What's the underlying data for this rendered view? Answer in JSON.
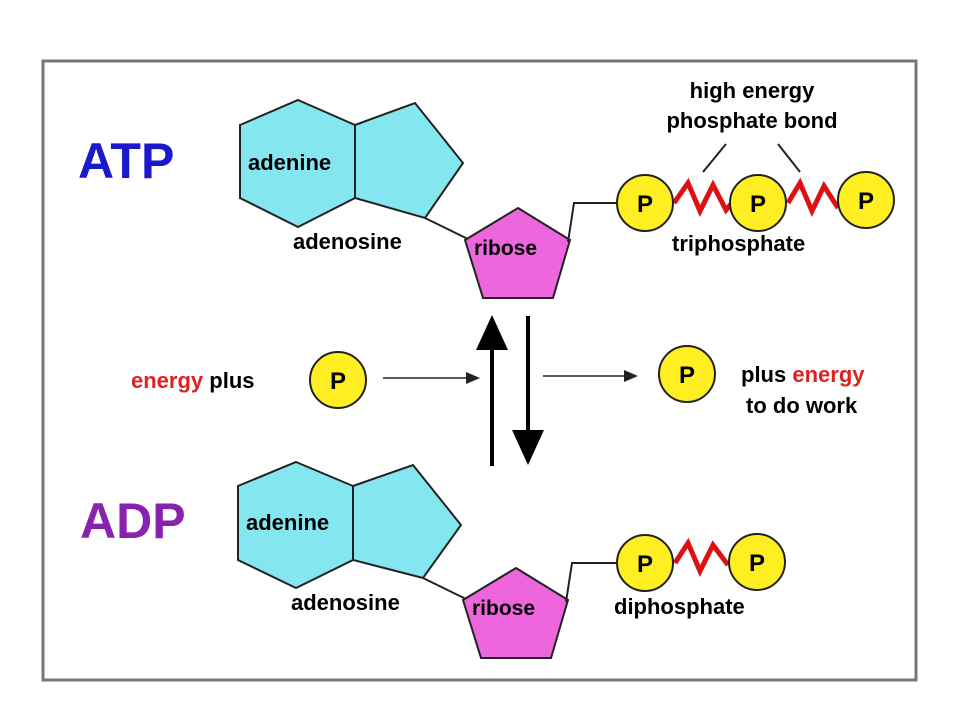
{
  "atp": {
    "title": "ATP",
    "adenine": "adenine",
    "adenosine": "adenosine",
    "ribose": "ribose",
    "phosphates": [
      "P",
      "P",
      "P"
    ],
    "triphosphate": "triphosphate",
    "bond_label_line1": "high energy",
    "bond_label_line2": "phosphate bond"
  },
  "middle": {
    "left_energy": "energy",
    "left_plus": " plus",
    "left_phosphate": "P",
    "right_phosphate": "P",
    "right_plus": "plus ",
    "right_energy": "energy",
    "right_line2": "to do work"
  },
  "adp": {
    "title": "ADP",
    "adenine": "adenine",
    "adenosine": "adenosine",
    "ribose": "ribose",
    "phosphates": [
      "P",
      "P"
    ],
    "diphosphate": "diphosphate"
  },
  "colors": {
    "atp_title": "#1a1acc",
    "adp_title": "#8a22b0",
    "adenine_fill": "#84e6ee",
    "ribose_fill": "#ee66dd",
    "phosphate_fill": "#ffee22",
    "bond": "#dd1111",
    "energy_text": "#dd2222",
    "frame": "#777777"
  }
}
